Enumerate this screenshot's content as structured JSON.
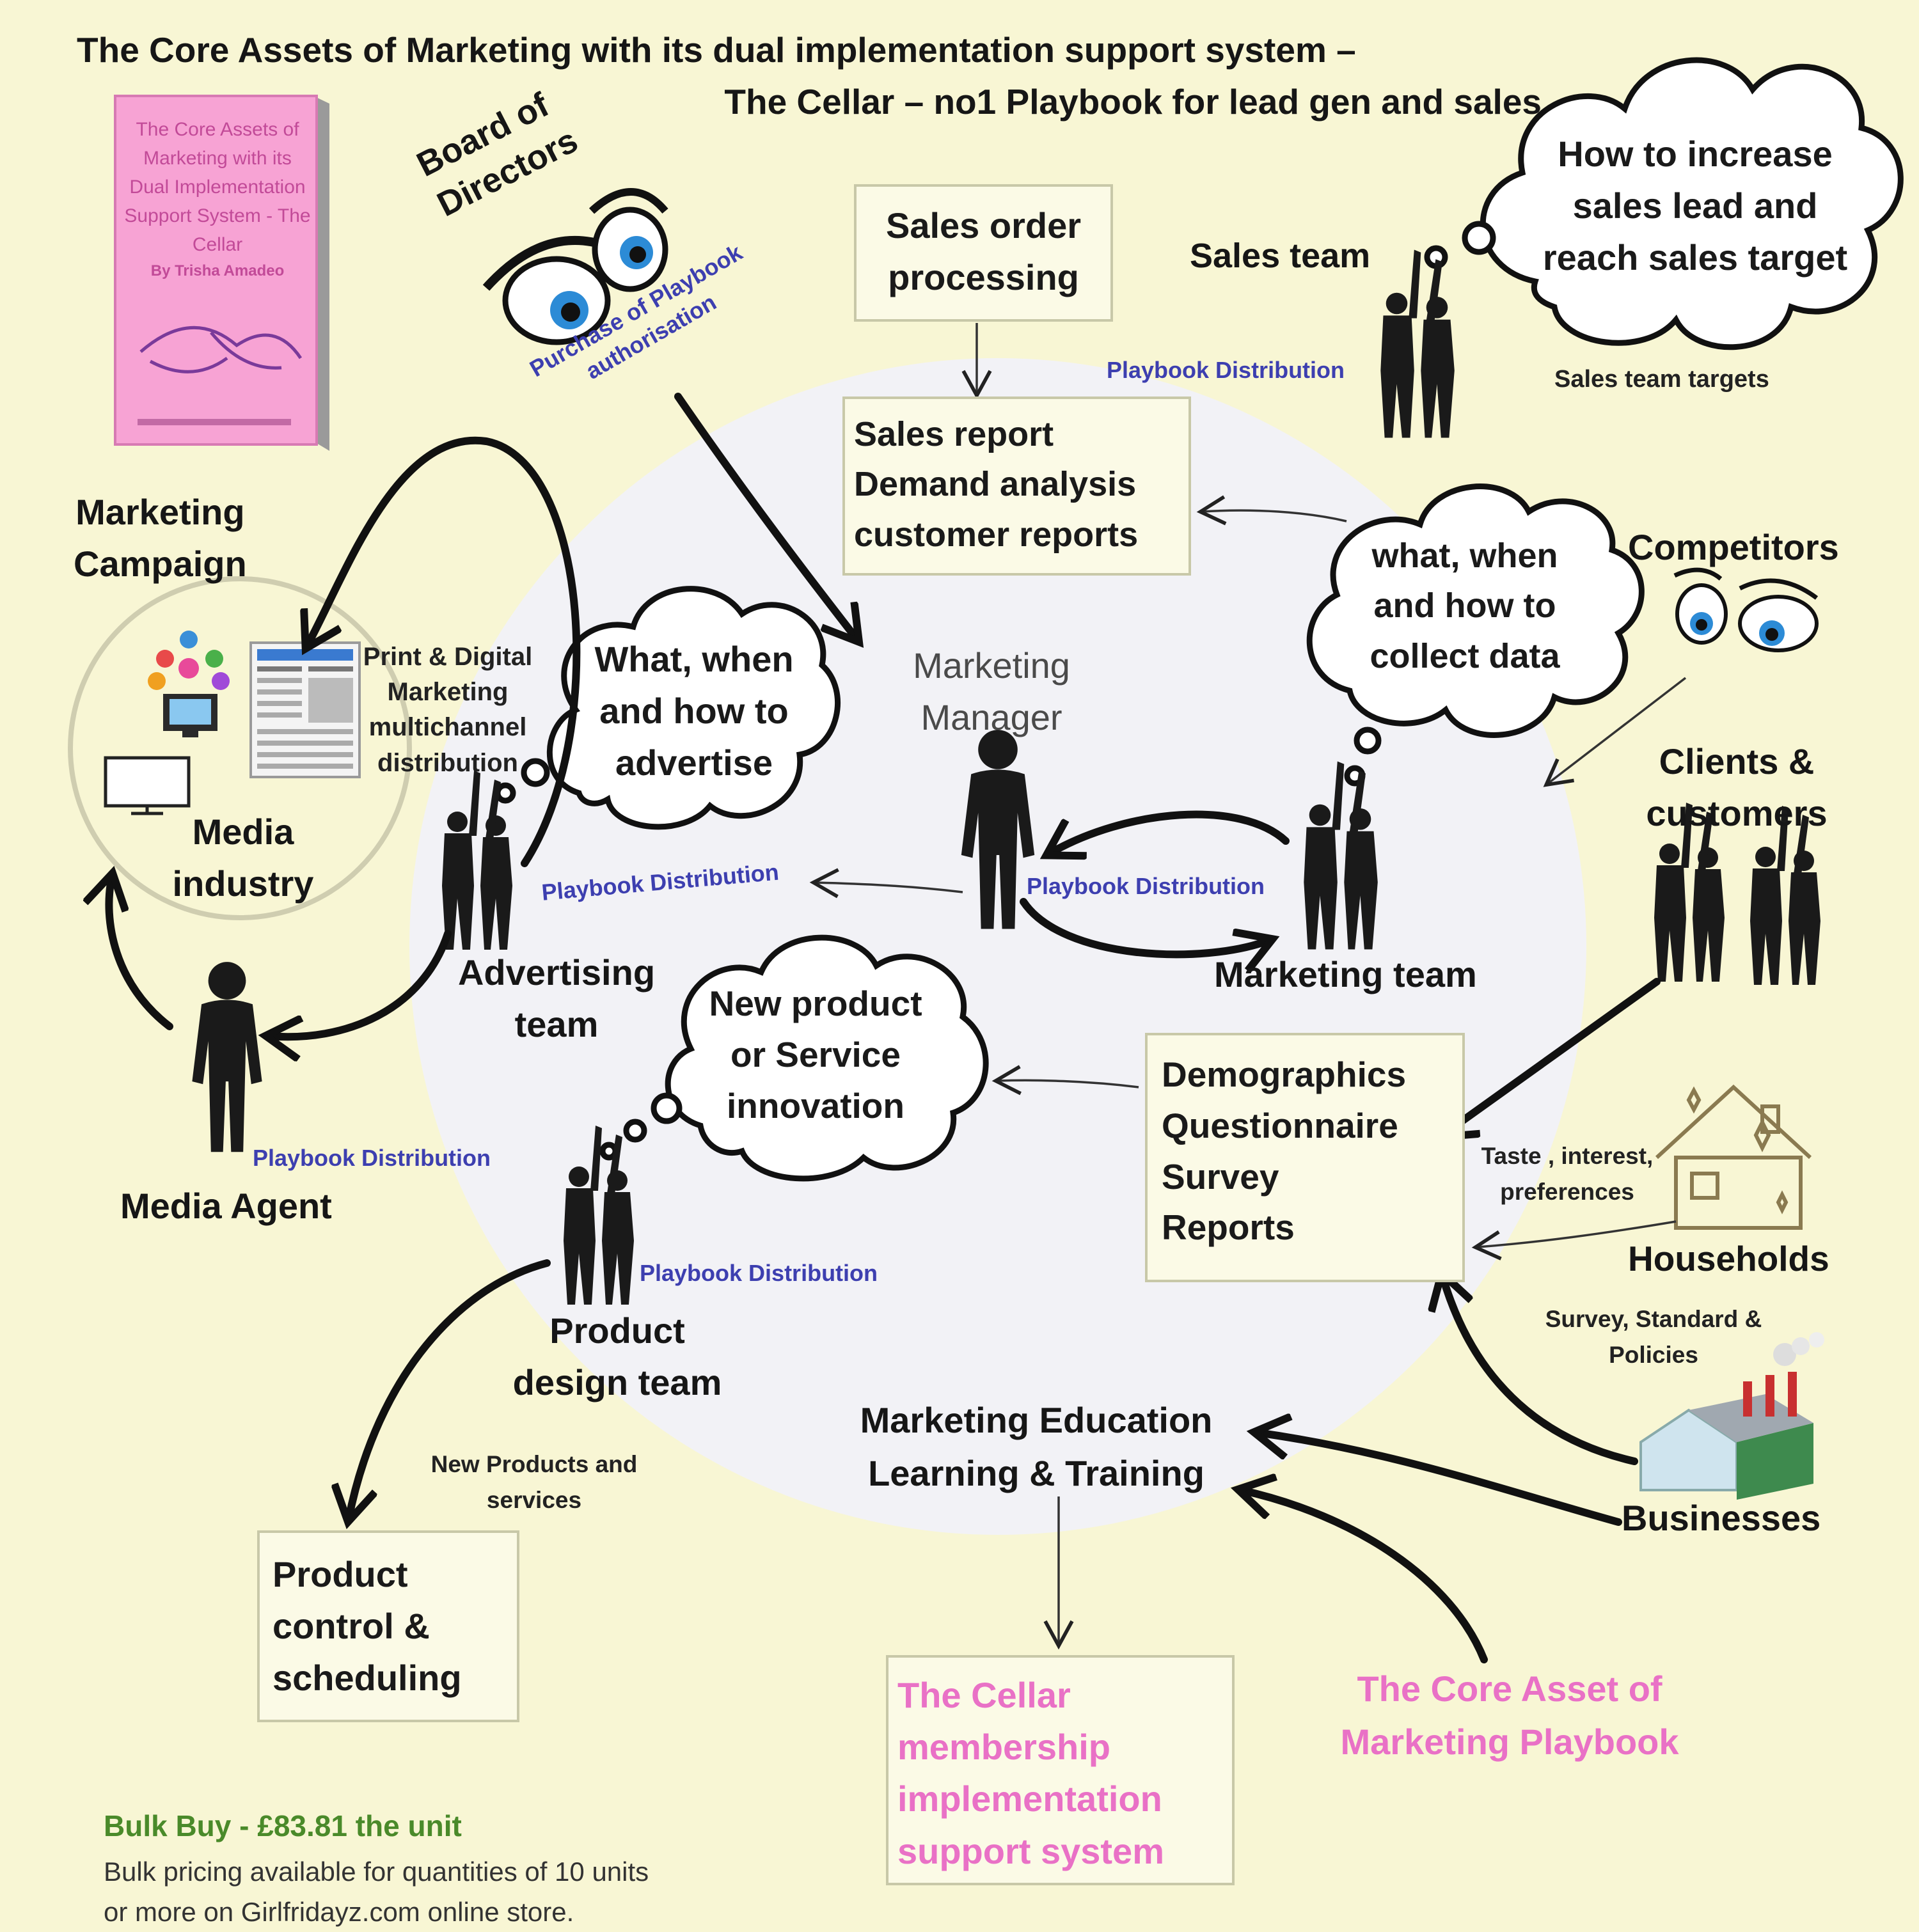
{
  "header": {
    "title_line1": "The Core Assets of Marketing with its dual implementation support system –",
    "title_line2": "The Cellar – no1 Playbook for lead gen and sales"
  },
  "book": {
    "title": "The Core Assets of Marketing with its Dual Implementation Support System - The Cellar",
    "author": "By Trisha Amadeo",
    "cover_color": "#f7a3d4"
  },
  "board": {
    "label": "Board of Directors",
    "arrow_label_line1": "Purchase of Playbook",
    "arrow_label_line2": "authorisation"
  },
  "sales_order_box": {
    "line1": "Sales order",
    "line2": "processing"
  },
  "sales_report_box": {
    "line1": "Sales report",
    "line2": "Demand analysis",
    "line3": "customer reports"
  },
  "sales_team": {
    "label": "Sales team",
    "thought_line1": "How to increase",
    "thought_line2": "sales lead and",
    "thought_line3": "reach sales target",
    "targets_label": "Sales team targets"
  },
  "playbook_distribution": "Playbook Distribution",
  "marketing_campaign": {
    "line1": "Marketing",
    "line2": "Campaign"
  },
  "media_industry": {
    "line1": "Media",
    "line2": "industry",
    "channels_line1": "Print & Digital",
    "channels_line2": "Marketing",
    "channels_line3": "multichannel",
    "channels_line4": "distribution"
  },
  "advertise_cloud": {
    "line1": "What, when",
    "line2": "and how to",
    "line3": "advertise"
  },
  "collect_cloud": {
    "line1": "what, when",
    "line2": "and how to",
    "line3": "collect data"
  },
  "innovation_cloud": {
    "line1": "New product",
    "line2": "or Service",
    "line3": "innovation"
  },
  "marketing_manager": {
    "line1": "Marketing",
    "line2": "Manager"
  },
  "competitors": "Competitors",
  "clients": {
    "line1": "Clients &",
    "line2": "customers"
  },
  "advertising_team": {
    "line1": "Advertising",
    "line2": "team"
  },
  "marketing_team": "Marketing team",
  "media_agent": "Media Agent",
  "demographics_box": {
    "line1": "Demographics",
    "line2": "Questionnaire",
    "line3": "Survey",
    "line4": "Reports"
  },
  "households": {
    "label": "Households",
    "arrow_line1": "Taste , interest,",
    "arrow_line2": "preferences"
  },
  "businesses": {
    "label": "Businesses",
    "arrow_line1": "Survey, Standard &",
    "arrow_line2": "Policies"
  },
  "product_design": {
    "line1": "Product",
    "line2": "design team"
  },
  "new_products": {
    "line1": "New Products and",
    "line2": "services"
  },
  "product_control_box": {
    "line1": "Product",
    "line2": "control &",
    "line3": "scheduling"
  },
  "education": {
    "line1": "Marketing Education",
    "line2": "Learning & Training"
  },
  "cellar_box": {
    "line1": "The Cellar",
    "line2": "membership",
    "line3": "implementation",
    "line4": "support system"
  },
  "core_asset": {
    "line1": "The Core Asset of",
    "line2": "Marketing Playbook"
  },
  "bulk": {
    "title": "Bulk Buy - £83.81 the unit",
    "line1": "Bulk pricing available for quantities of 10 units",
    "line2": "or more on Girlfridayz.com online store."
  },
  "colors": {
    "background": "#f8f6d4",
    "center_circle": "#f2f2f6",
    "playbook_blue": "#3d3fb0",
    "pink_text": "#e971c6",
    "bulk_green": "#4a8a2a"
  }
}
